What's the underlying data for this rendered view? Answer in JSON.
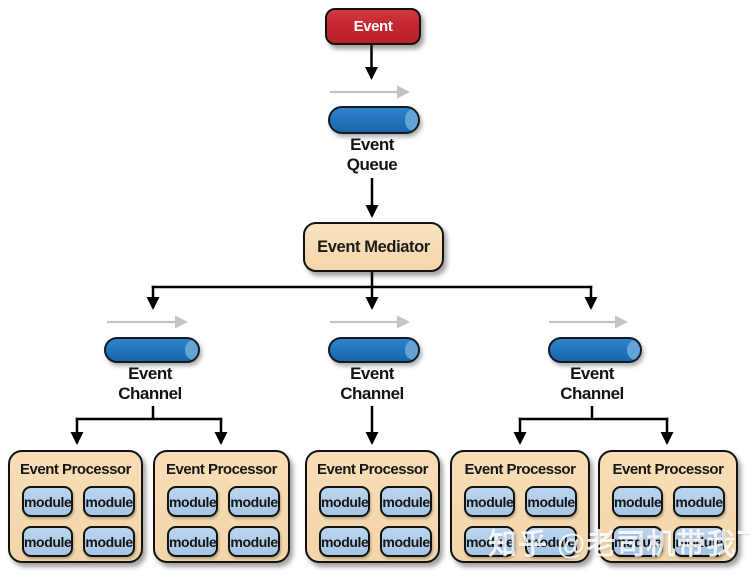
{
  "diagram": {
    "event_label": "Event",
    "queue_label": [
      "Event",
      "Queue"
    ],
    "mediator_label": "Event Mediator",
    "channels": [
      {
        "line1": "Event",
        "line2": "Channel"
      },
      {
        "line1": "Event",
        "line2": "Channel"
      },
      {
        "line1": "Event",
        "line2": "Channel"
      }
    ],
    "processors": [
      {
        "title": "Event Processor",
        "modules": [
          "module",
          "module",
          "module",
          "module"
        ]
      },
      {
        "title": "Event Processor",
        "modules": [
          "module",
          "module",
          "module",
          "module"
        ]
      },
      {
        "title": "Event Processor",
        "modules": [
          "module",
          "module",
          "module",
          "module"
        ]
      },
      {
        "title": "Event Processor",
        "modules": [
          "module",
          "module",
          "module",
          "module"
        ]
      },
      {
        "title": "Event Processor",
        "modules": [
          "module",
          "module",
          "module",
          "module"
        ]
      }
    ],
    "colors": {
      "event_red": "#c5272f",
      "box_tan": "#f5d9b0",
      "pill_blue": "#2173b9",
      "pill_highlight": "#66a7d8",
      "module_blue": "#aecbe9",
      "arrow_black": "#000000",
      "arrow_gray": "#c3c3c3"
    }
  },
  "watermark": {
    "text": "知乎 @老司机带我飞"
  }
}
